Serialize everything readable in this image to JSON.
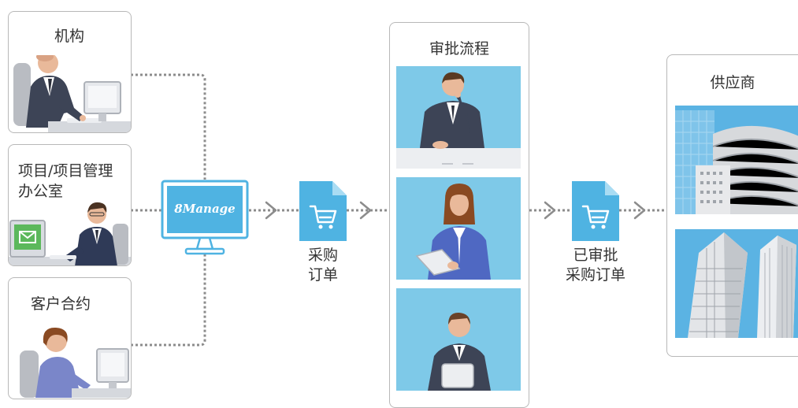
{
  "sources": {
    "org": {
      "label": "机构"
    },
    "project": {
      "label_line1": "项目/项目管理",
      "label_line2": "办公室"
    },
    "contract": {
      "label": "客户合约"
    }
  },
  "system": {
    "logo_text": "8Manage"
  },
  "purchase_order": {
    "label_line1": "采购",
    "label_line2": "订单"
  },
  "approval": {
    "title": "审批流程"
  },
  "approved_order": {
    "label_line1": "已审批",
    "label_line2": "采购订单"
  },
  "supplier": {
    "title": "供应商"
  },
  "colors": {
    "accent_blue": "#4fb3e2",
    "panel_sky": "#7ec9e8",
    "connector_gray": "#8c8c8c",
    "card_border": "#b8b8b8",
    "suit_dark": "#3d4456"
  },
  "icons": [
    "shopping-cart-icon",
    "document-icon",
    "monitor-icon"
  ]
}
